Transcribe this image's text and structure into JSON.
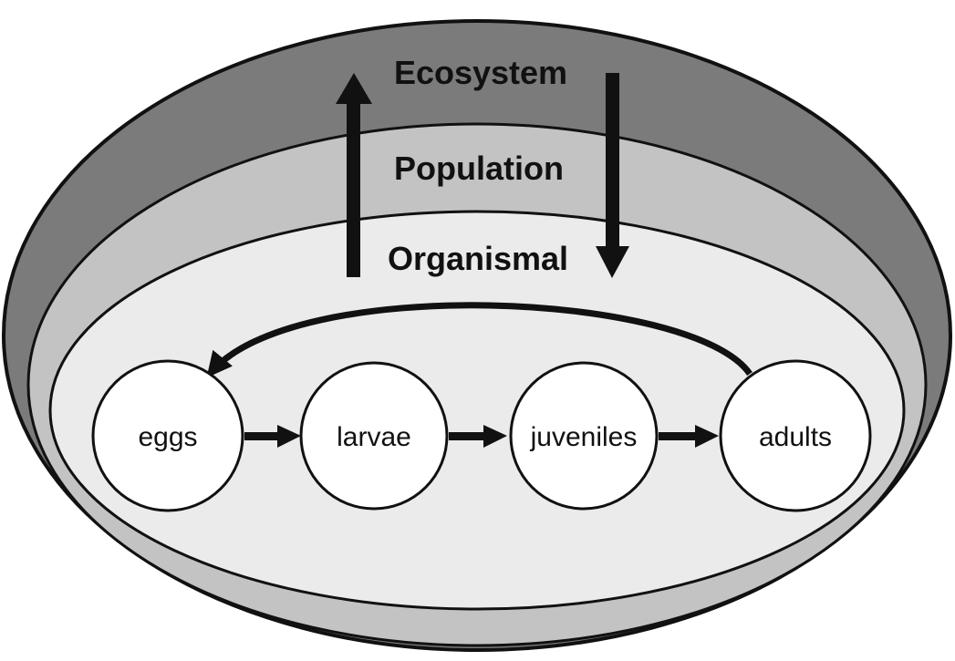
{
  "levels": {
    "ecosystem": "Ecosystem",
    "population": "Population",
    "organismal": "Organismal"
  },
  "stages": [
    "eggs",
    "larvae",
    "juveniles",
    "adults"
  ],
  "colors": {
    "ecosystem_fill": "#7b7b7b",
    "population_fill": "#c3c3c3",
    "organismal_fill": "#ebebeb",
    "stage_fill": "#ffffff",
    "stroke": "#111111"
  },
  "icons": {
    "scale_up_arrow": "up-arrow-icon",
    "scale_down_arrow": "down-arrow-icon",
    "transition_arrow": "right-arrow-icon",
    "reproduction_arrow": "curved-return-arrow-icon"
  }
}
